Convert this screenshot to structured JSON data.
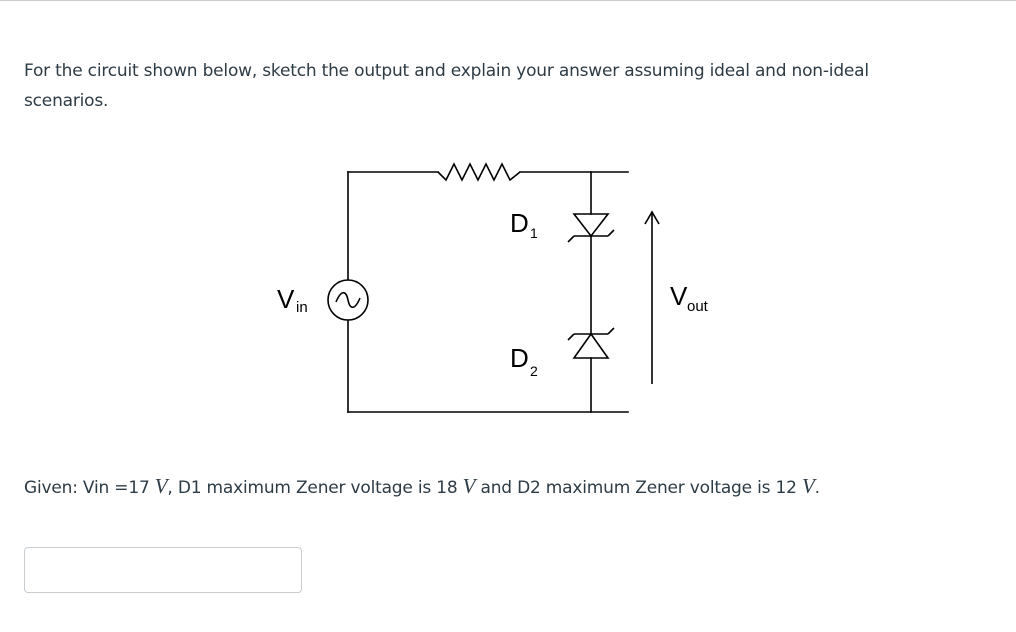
{
  "question": {
    "prompt": "For the circuit shown below, sketch the output and explain your answer assuming ideal and non-ideal scenarios."
  },
  "circuit": {
    "source_label": "V",
    "source_subscript": "in",
    "source_symbol": "~",
    "diode1_label": "D",
    "diode1_subscript": "1",
    "diode2_label": "D",
    "diode2_subscript": "2",
    "output_label": "V",
    "output_subscript": "out",
    "icons": [
      "ac-source-icon",
      "resistor-icon",
      "zener-diode-icon",
      "up-arrow-icon"
    ]
  },
  "given": {
    "part1": "Given: Vin =17 ",
    "unit1": "V",
    "part2": ", D1 maximum Zener voltage is 18 ",
    "unit2": "V",
    "part3": " and D2 maximum Zener voltage is 12 ",
    "unit3": "V",
    "part4": "."
  },
  "answer": {
    "value": "",
    "placeholder": ""
  }
}
